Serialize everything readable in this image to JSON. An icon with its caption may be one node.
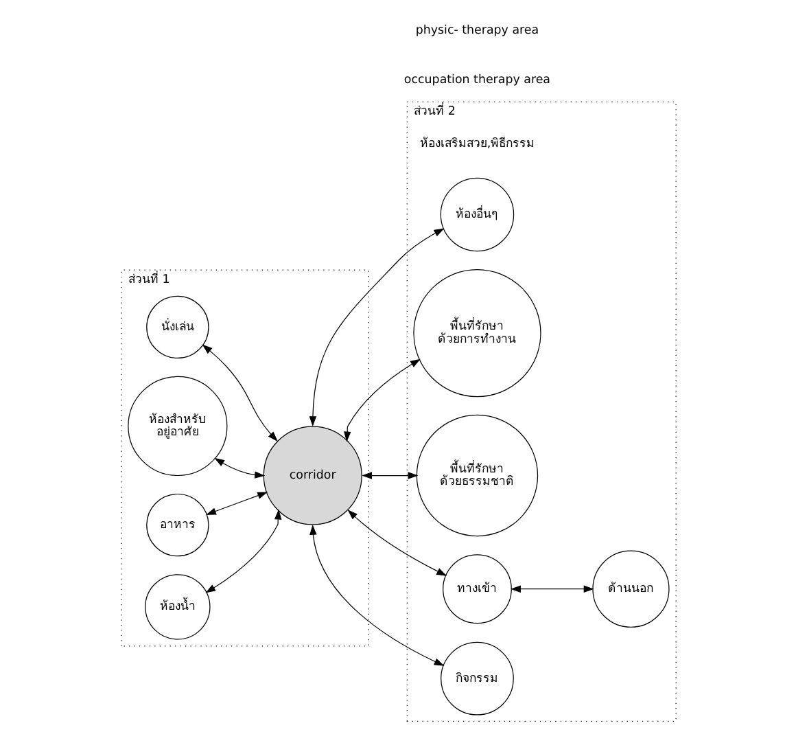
{
  "diagram": {
    "nodes": [
      {
        "text": [
          "ส่วนที่ 1"
        ]
      },
      {
        "text": [
          "ส่วนที่ 2"
        ]
      },
      {
        "text": [
          "นั่งเล่น"
        ],
        "in": 0
      },
      {
        "text": [
          "ห้องสำหรับ อยู่อาศัย"
        ],
        "in": 0
      },
      {
        "text": [
          "corridor"
        ],
        "in": 0
      },
      {
        "text": [
          "ห้องน้ำ"
        ],
        "in": 0
      },
      {
        "text": [
          "อาหาร"
        ],
        "in": 0
      },
      {
        "text": [
          "ห้องอื่นๆ"
        ],
        "in": 1,
        "beside": [
          "ห้องเสริมสวย,พิธีกรรม"
        ]
      },
      {
        "text": [
          "พื้นที่รักษา ด้วยการทำงาน"
        ],
        "in": 1
      },
      {
        "text": [
          "พื้นที่รักษา ด้วยธรรมชาติ"
        ],
        "in": 1
      },
      {
        "text": [
          "ทางเข้า"
        ],
        "in": 1
      },
      {
        "text": [
          "ด้านนอก"
        ],
        "in": 1
      },
      {
        "text": [
          "กิจกรรม"
        ],
        "in": 1
      }
    ],
    "edges": [
      {
        "from": 4,
        "to": 2,
        "arrow": "both"
      },
      {
        "from": 4,
        "to": 3,
        "arrow": "both"
      },
      {
        "from": 4,
        "to": 5,
        "arrow": "both"
      },
      {
        "from": 4,
        "to": 6,
        "arrow": "both"
      },
      {
        "from": 4,
        "to": 7,
        "arrow": "both"
      },
      {
        "from": 4,
        "to": 8,
        "arrow": "both"
      },
      {
        "from": 4,
        "to": 9,
        "arrow": "both"
      },
      {
        "from": 4,
        "to": 10,
        "arrow": "both"
      },
      {
        "from": 4,
        "to": 12,
        "arrow": "both"
      },
      {
        "from": 10,
        "to": 11,
        "arrow": "both"
      }
    ],
    "labels": [
      "occupation therapy area",
      "physic- therapy area"
    ]
  }
}
